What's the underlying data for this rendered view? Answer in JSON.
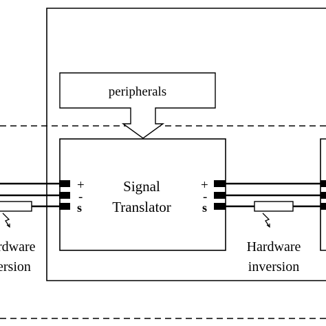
{
  "diagram": {
    "peripherals_label": "peripherals",
    "translator_line1": "Signal",
    "translator_line2": "Translator",
    "left_port_plus": "+",
    "left_port_minus": "-",
    "left_port_s": "s",
    "right_port_plus": "+",
    "right_port_minus": "-",
    "right_port_s": "s",
    "left_hw_line1": "rdware",
    "left_hw_line2": "ersion",
    "right_hw_line1": "Hardware",
    "right_hw_line2": "inversion",
    "line_color": "#000000",
    "background_color": "#ffffff"
  }
}
